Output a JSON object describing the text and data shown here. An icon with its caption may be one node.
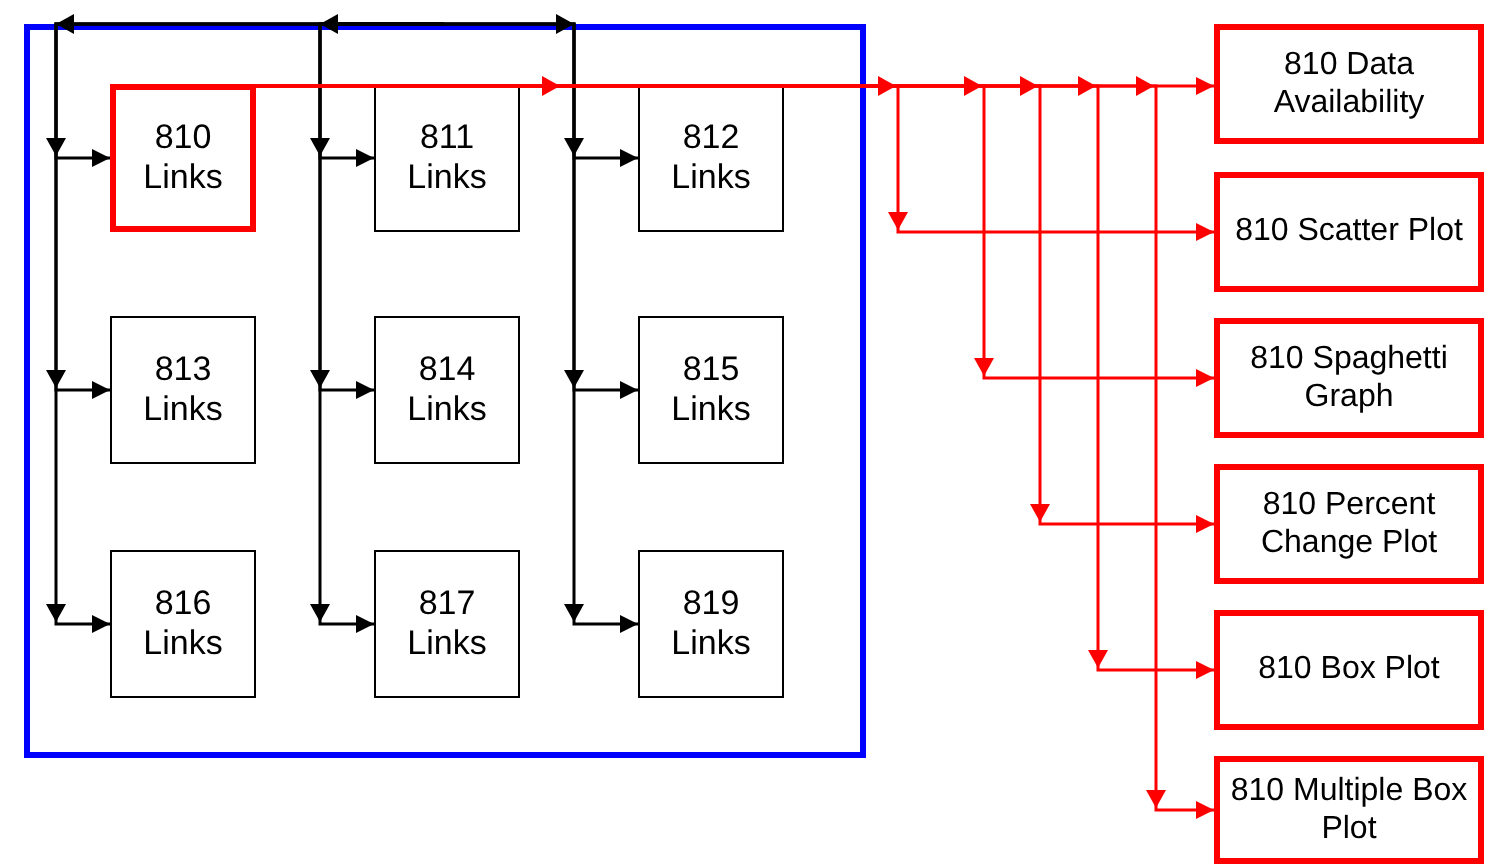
{
  "diagram": {
    "nodes": [
      {
        "text": [],
        "shape": "box"
      },
      {
        "text": [
          "810 Links"
        ],
        "in": 0
      },
      {
        "text": [
          "811 Links"
        ],
        "in": 0
      },
      {
        "text": [
          "812 Links"
        ],
        "in": 0
      },
      {
        "text": [
          "813 Links"
        ],
        "in": 0
      },
      {
        "text": [
          "814 Links"
        ],
        "in": 0
      },
      {
        "text": [
          "815 Links"
        ],
        "in": 0
      },
      {
        "text": [
          "816 Links"
        ],
        "in": 0
      },
      {
        "text": [
          "817 Links"
        ],
        "in": 0
      },
      {
        "text": [
          "819 Links"
        ],
        "in": 0
      },
      {
        "text": [
          "810 Data Availability"
        ]
      },
      {
        "text": [
          "810 Scatter Plot"
        ]
      },
      {
        "text": [
          "810 Spaghetti Graph"
        ]
      },
      {
        "text": [
          "810 Percent Change Plot"
        ]
      },
      {
        "text": [
          "810 Box Plot"
        ]
      },
      {
        "text": [
          "810 Multiple Box Plot"
        ]
      }
    ],
    "edges": [
      {
        "from": null,
        "to": 1,
        "arrow": "to"
      },
      {
        "from": null,
        "to": 2,
        "arrow": "to"
      },
      {
        "from": null,
        "to": 3,
        "arrow": "to"
      },
      {
        "from": null,
        "to": 4,
        "arrow": "to"
      },
      {
        "from": null,
        "to": 5,
        "arrow": "to"
      },
      {
        "from": null,
        "to": 6,
        "arrow": "to"
      },
      {
        "from": null,
        "to": 7,
        "arrow": "to"
      },
      {
        "from": null,
        "to": 8,
        "arrow": "to"
      },
      {
        "from": null,
        "to": 9,
        "arrow": "to"
      },
      {
        "from": 1,
        "to": 10,
        "arrow": "to",
        "color": "#ff0000"
      },
      {
        "from": 1,
        "to": 11,
        "arrow": "to",
        "color": "#ff0000"
      },
      {
        "from": 1,
        "to": 12,
        "arrow": "to",
        "color": "#ff0000"
      },
      {
        "from": 1,
        "to": 13,
        "arrow": "to",
        "color": "#ff0000"
      },
      {
        "from": 1,
        "to": 14,
        "arrow": "to",
        "color": "#ff0000"
      },
      {
        "from": 1,
        "to": 15,
        "arrow": "to",
        "color": "#ff0000"
      }
    ]
  }
}
